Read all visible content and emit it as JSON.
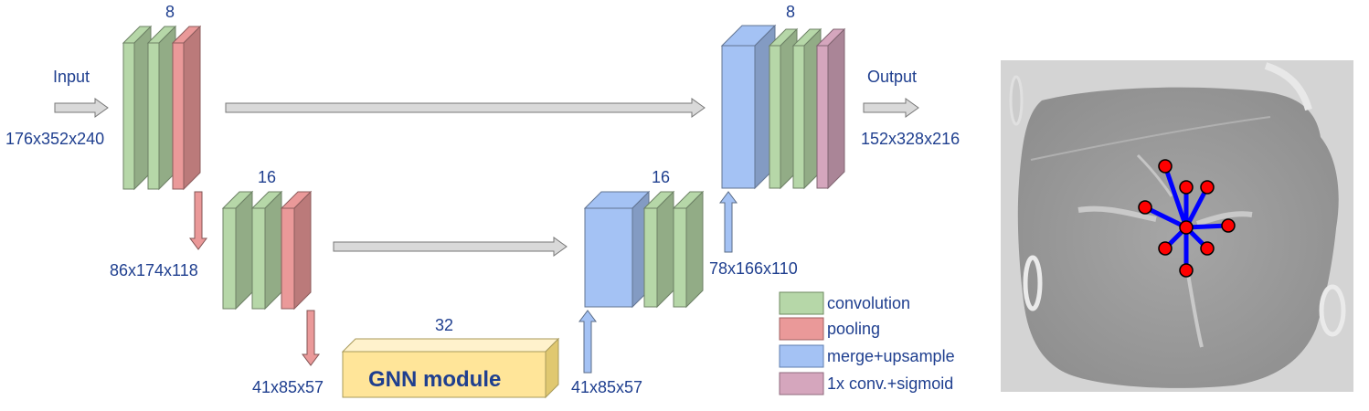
{
  "diagram": {
    "input_label": "Input",
    "input_size": "176x352x240",
    "output_label": "Output",
    "output_size": "152x328x216",
    "enc1_channels": "8",
    "enc2_channels": "16",
    "dec2_channels": "16",
    "dec1_channels": "8",
    "gnn_channels": "32",
    "gnn_label": "GNN module",
    "down1_size": "86x174x118",
    "down2_size": "41x85x57",
    "up1_size": "41x85x57",
    "up2_size": "78x166x110"
  },
  "legend": {
    "items": [
      {
        "label": "convolution",
        "color": "#b6d7a8"
      },
      {
        "label": "pooling",
        "color": "#ea9999"
      },
      {
        "label": "merge+upsample",
        "color": "#a4c2f4"
      },
      {
        "label": "1x conv.+sigmoid",
        "color": "#d5a6bd"
      }
    ]
  },
  "colors": {
    "conv": "#b6d7a8",
    "pool": "#ea9999",
    "merge": "#a4c2f4",
    "sigmoid": "#d5a6bd",
    "gnn": "#ffe599",
    "arrow_gray": "#d9d9d9",
    "arrow_pink": "#ea9999",
    "arrow_blue": "#a4c2f4",
    "text": "#1f3f8f",
    "graph_edge": "#0000ff",
    "graph_node": "#ff0000"
  }
}
